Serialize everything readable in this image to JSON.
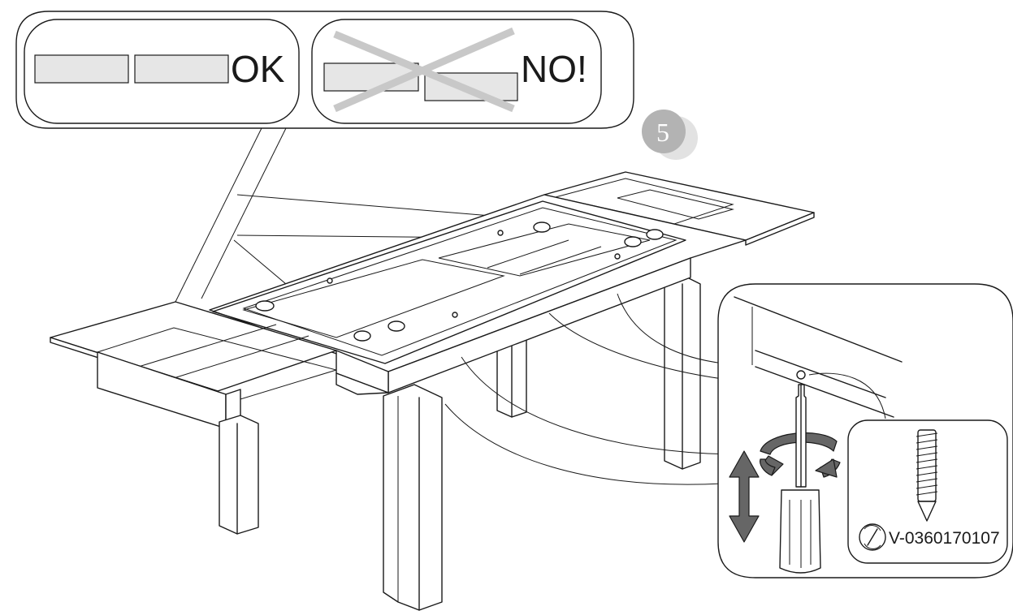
{
  "step": {
    "number": "5"
  },
  "callout": {
    "ok_label": "OK",
    "no_label": "NO!"
  },
  "detail": {
    "part_code": "V-0360170107",
    "icons": [
      "screwdriver-icon",
      "rotate-arrows-icon",
      "up-down-arrow-icon",
      "screw-icon",
      "tool-rotate-icon"
    ]
  },
  "colors": {
    "line": "#1a1a1a",
    "panel_fill": "#e6e6e6",
    "step_badge": "#b3b3b3",
    "cross": "#c8c8c8",
    "arrow_fill": "#666666"
  }
}
